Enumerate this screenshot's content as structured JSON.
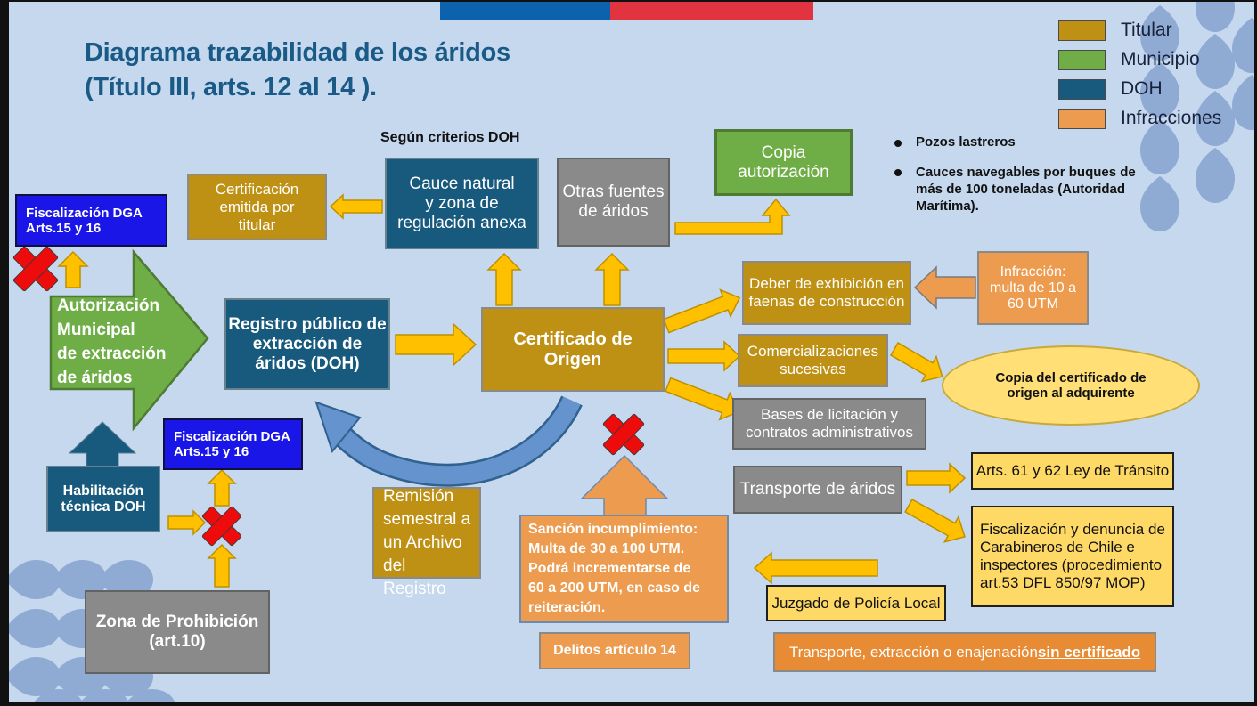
{
  "title": {
    "line1": "Diagrama trazabilidad de los áridos",
    "line2": "(Título III, arts. 12 al 14 )."
  },
  "flag": {
    "blue": "#0D62AE",
    "red": "#E23440"
  },
  "legend": {
    "items": [
      {
        "label": "Titular",
        "color": "#BE9014"
      },
      {
        "label": "Municipio",
        "color": "#70AD47"
      },
      {
        "label": "DOH",
        "color": "#175A7D"
      },
      {
        "label": "Infracciones",
        "color": "#ED9B4F"
      }
    ]
  },
  "annotations": {
    "segun_criterios": "Según criterios DOH",
    "bullets": [
      "Pozos lastreros",
      "Cauces navegables por buques de\nmás de 100 toneladas (Autoridad\nMarítima)."
    ]
  },
  "nodes": {
    "fiscalizacion_dga": "Fiscalización DGA\nArts.15 y 16",
    "autorizacion_municipal": "Autorización\nMunicipal\nde extracción\nde áridos",
    "certificacion_titular": "Certificación\nemitida por\ntitular",
    "cauce_natural": "Cauce natural\ny zona de\nregulación anexa",
    "otras_fuentes": "Otras fuentes\nde áridos",
    "copia_autorizacion": "Copia\nautorización",
    "registro_publico": "Registro público de\nextracción de\náridos (DOH)",
    "certificado_origen": "Certificado de Origen",
    "deber_exhibicion": "Deber de exhibición en\nfaenas de construcción",
    "infraccion_multa": "Infracción:\nmulta de 10 a\n60 UTM",
    "comercializaciones": "Comercializaciones\nsucesivas",
    "copia_adquirente": "Copia del certificado de\norigen al adquirente",
    "bases_licitacion": "Bases de licitación y\ncontratos administrativos",
    "transporte_aridos": "Transporte de áridos",
    "arts_61_62": "Arts. 61 y 62 Ley de Tránsito",
    "fiscalizacion_denuncia": "Fiscalización y denuncia de\nCarabineros de Chile e\ninspectores (procedimiento\nart.53 DFL 850/97 MOP)",
    "juzgado": "Juzgado de Policía Local",
    "sin_certificado_prefix": "Transporte, extracción o enajenación ",
    "sin_certificado_bold": "sin certificado",
    "sancion": "Sanción incumplimiento:\nMulta de 30 a 100 UTM.\nPodrá incrementarse de\n60 a 200 UTM, en caso de\nreiteración.",
    "delitos": "Delitos artículo 14",
    "remision": "Remisión\nsemestral a\nun Archivo\ndel\nRegistro",
    "habilitacion": "Habilitación\ntécnica DOH",
    "zona_prohibicion": "Zona de Prohibición\n(art.10)"
  },
  "palette": {
    "arrow_yellow": "#FFC000",
    "alert_red": "#EE0B0B",
    "swoosh_blue": "#6593CE",
    "dga_blue": "#1B16E8",
    "gray_box": "#8a8a8a",
    "light_yellow": "#FFD966",
    "deep_orange": "#E78C35",
    "background": "#C5D8EE",
    "droplet": "#8FAAD3",
    "title_blue": "#1A5A86"
  }
}
